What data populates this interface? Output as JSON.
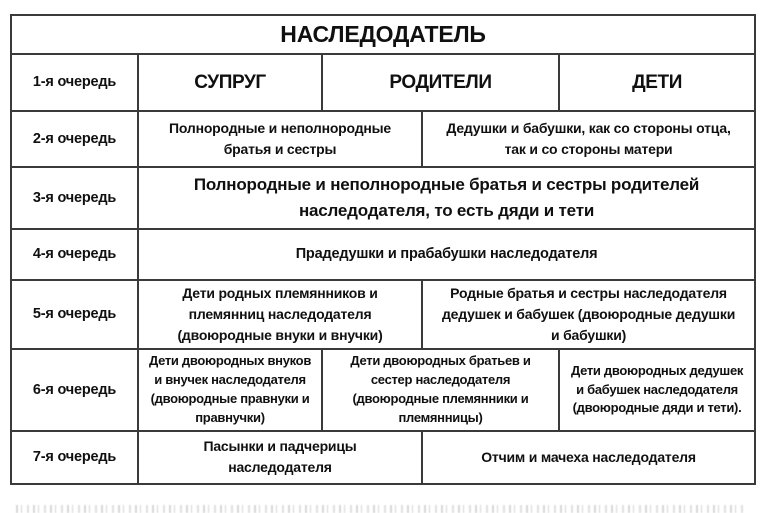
{
  "table": {
    "header": "НАСЛЕДОДАТЕЛЬ",
    "rows": [
      {
        "label": "1-я очередь",
        "cells": [
          "СУПРУГ",
          "РОДИТЕЛИ",
          "ДЕТИ"
        ]
      },
      {
        "label": "2-я очередь",
        "cells": [
          "Полнородные и неполнородные\nбратья и сестры",
          "Дедушки и бабушки, как со стороны отца,\nтак и со стороны матери"
        ]
      },
      {
        "label": "3-я очередь",
        "cells": [
          "Полнородные и неполнородные братья и сестры родителей\nнаследодателя, то есть дяди и тети"
        ]
      },
      {
        "label": "4-я очередь",
        "cells": [
          "Прадедушки и прабабушки наследодателя"
        ]
      },
      {
        "label": "5-я очередь",
        "cells": [
          "Дети родных племянников и\nплемянниц наследодателя\n(двоюродные внуки и внучки)",
          "Родные братья и сестры наследодателя\nдедушек и бабушек (двоюродные дедушки\nи бабушки)"
        ]
      },
      {
        "label": "6-я очередь",
        "cells": [
          "Дети двоюродных внуков\nи внучек наследодателя\n(двоюродные правнуки и\nправнучки)",
          "Дети двоюродных братьев и\nсестер наследодателя\n(двоюродные племянники и\nплемянницы)",
          "Дети двоюродных дедушек\nи бабушек наследодателя\n(двоюродные дяди и тети)."
        ]
      },
      {
        "label": "7-я очередь",
        "cells": [
          "Пасынки и падчерицы\nнаследодателя",
          "Отчим и мачеха наследодателя"
        ]
      }
    ]
  },
  "colors": {
    "border": "#3a3a3a",
    "text": "#101010",
    "background": "#ffffff"
  }
}
